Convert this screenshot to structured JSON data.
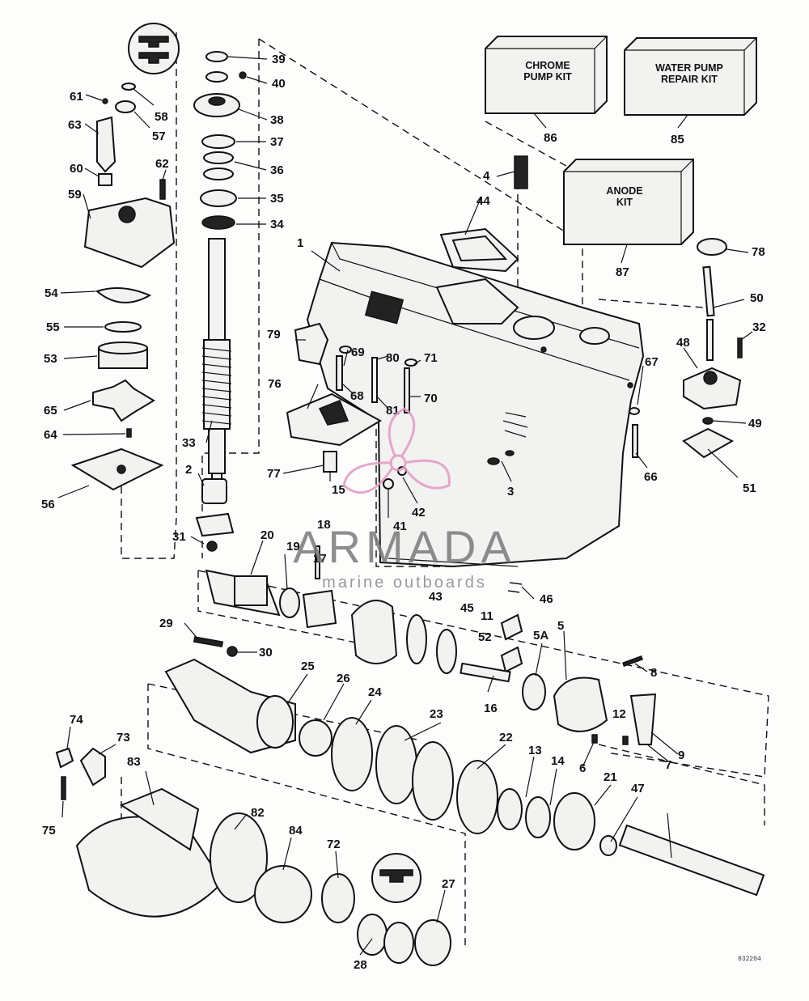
{
  "kits": {
    "chrome_pump": "CHROME\nPUMP KIT",
    "water_pump_repair": "WATER PUMP\nREPAIR KIT",
    "anode": "ANODE\nKIT"
  },
  "watermark": {
    "brand": "ARMADA",
    "subtitle": "marine outboards"
  },
  "drawing_code": "832204",
  "callouts": [
    "1",
    "2",
    "3",
    "4",
    "5",
    "5A",
    "6",
    "7",
    "8",
    "9",
    "11",
    "12",
    "13",
    "14",
    "15",
    "16",
    "17",
    "18",
    "19",
    "20",
    "21",
    "22",
    "23",
    "24",
    "25",
    "26",
    "27",
    "28",
    "29",
    "30",
    "31",
    "32",
    "33",
    "34",
    "35",
    "36",
    "37",
    "38",
    "39",
    "40",
    "41",
    "42",
    "43",
    "44",
    "45",
    "46",
    "47",
    "48",
    "49",
    "50",
    "51",
    "52",
    "53",
    "54",
    "55",
    "56",
    "57",
    "58",
    "59",
    "60",
    "61",
    "62",
    "63",
    "64",
    "65",
    "66",
    "67",
    "68",
    "69",
    "70",
    "71",
    "72",
    "73",
    "74",
    "75",
    "76",
    "77",
    "78",
    "79",
    "80",
    "81",
    "82",
    "83",
    "84",
    "85",
    "86",
    "87"
  ]
}
